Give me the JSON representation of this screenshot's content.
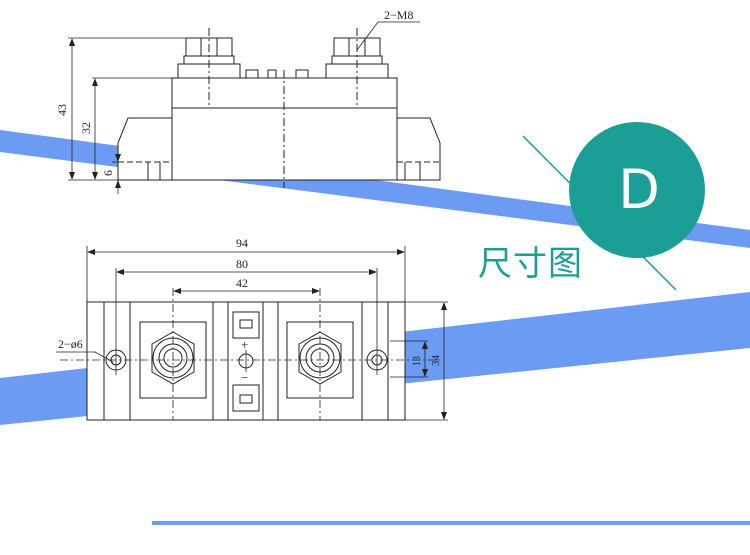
{
  "badge": {
    "letter": "D",
    "color": "#1a9e96"
  },
  "heading": {
    "text": "尺寸图"
  },
  "accent_color": "#6b9bf2",
  "side_view": {
    "height_overall": "43",
    "height_body": "32",
    "height_base": "6",
    "screw_label": "2−M8"
  },
  "top_view": {
    "width_overall": "94",
    "hole_spacing": "80",
    "terminal_spacing": "42",
    "mount_hole_label": "2−ø6",
    "depth_inner": "13",
    "depth_overall": "34",
    "plus_sign": "+",
    "minus_sign": "−"
  }
}
